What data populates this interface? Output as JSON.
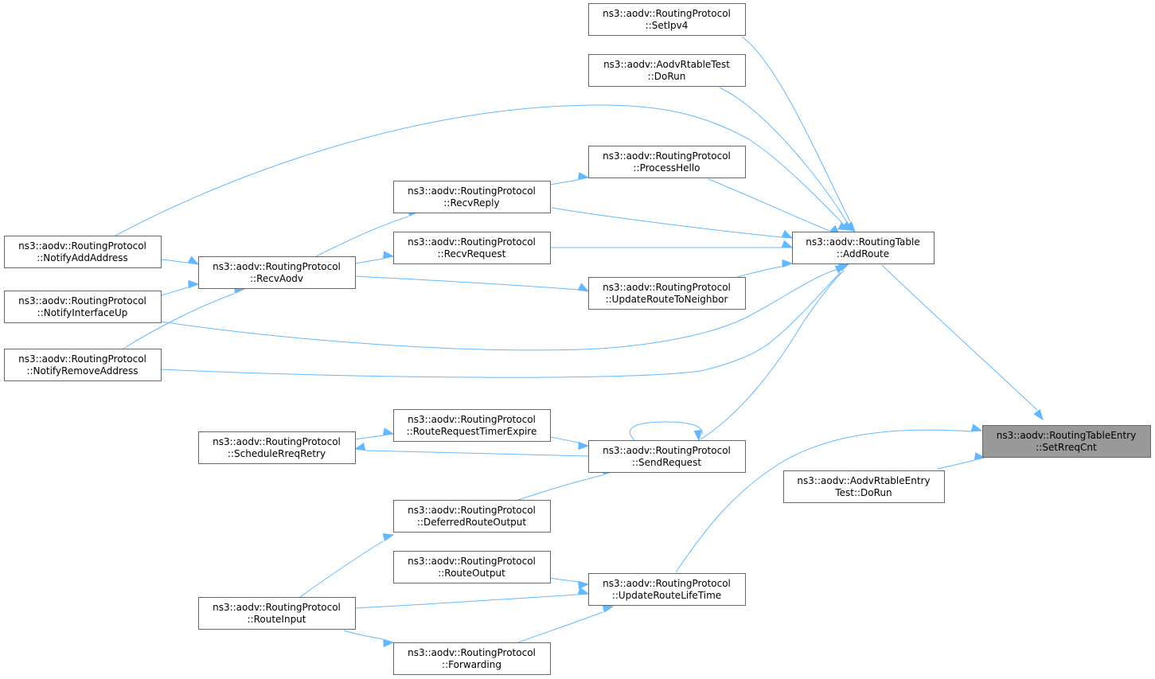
{
  "diagram": {
    "accent_color": "#63b8ff",
    "root_fill": "#999999",
    "nodes": [
      {
        "id": "setrreq",
        "lines": [
          "ns3::aodv::RoutingTableEntry",
          "::SetRreqCnt"
        ],
        "root": true
      },
      {
        "id": "addroute",
        "lines": [
          "ns3::aodv::RoutingTable",
          "::AddRoute"
        ]
      },
      {
        "id": "aodvrtableentrytest",
        "lines": [
          "ns3::aodv::AodvRtableEntry",
          "Test::DoRun"
        ]
      },
      {
        "id": "updateroutelifetime",
        "lines": [
          "ns3::aodv::RoutingProtocol",
          "::UpdateRouteLifeTime"
        ]
      },
      {
        "id": "setipv4",
        "lines": [
          "ns3::aodv::RoutingProtocol",
          "::SetIpv4"
        ]
      },
      {
        "id": "aodvrtabletest",
        "lines": [
          "ns3::aodv::AodvRtableTest",
          "::DoRun"
        ]
      },
      {
        "id": "processhello",
        "lines": [
          "ns3::aodv::RoutingProtocol",
          "::ProcessHello"
        ]
      },
      {
        "id": "updateroutetoneighbor",
        "lines": [
          "ns3::aodv::RoutingProtocol",
          "::UpdateRouteToNeighbor"
        ]
      },
      {
        "id": "sendrequest",
        "lines": [
          "ns3::aodv::RoutingProtocol",
          "::SendRequest"
        ]
      },
      {
        "id": "recvreply",
        "lines": [
          "ns3::aodv::RoutingProtocol",
          "::RecvReply"
        ]
      },
      {
        "id": "recvrequest",
        "lines": [
          "ns3::aodv::RoutingProtocol",
          "::RecvRequest"
        ]
      },
      {
        "id": "routerequesttimerexpire",
        "lines": [
          "ns3::aodv::RoutingProtocol",
          "::RouteRequestTimerExpire"
        ]
      },
      {
        "id": "deferredrouteoutput",
        "lines": [
          "ns3::aodv::RoutingProtocol",
          "::DeferredRouteOutput"
        ]
      },
      {
        "id": "routeoutput",
        "lines": [
          "ns3::aodv::RoutingProtocol",
          "::RouteOutput"
        ]
      },
      {
        "id": "forwarding",
        "lines": [
          "ns3::aodv::RoutingProtocol",
          "::Forwarding"
        ]
      },
      {
        "id": "recvaodv",
        "lines": [
          "ns3::aodv::RoutingProtocol",
          "::RecvAodv"
        ]
      },
      {
        "id": "schedulerreqretry",
        "lines": [
          "ns3::aodv::RoutingProtocol",
          "::ScheduleRreqRetry"
        ]
      },
      {
        "id": "routeinput",
        "lines": [
          "ns3::aodv::RoutingProtocol",
          "::RouteInput"
        ]
      },
      {
        "id": "notifyaddaddress",
        "lines": [
          "ns3::aodv::RoutingProtocol",
          "::NotifyAddAddress"
        ]
      },
      {
        "id": "notifyinterfaceup",
        "lines": [
          "ns3::aodv::RoutingProtocol",
          "::NotifyInterfaceUp"
        ]
      },
      {
        "id": "notifyremoveaddress",
        "lines": [
          "ns3::aodv::RoutingProtocol",
          "::NotifyRemoveAddress"
        ]
      }
    ],
    "edges": [
      {
        "from": "addroute",
        "to": "setrreq"
      },
      {
        "from": "aodvrtableentrytest",
        "to": "setrreq"
      },
      {
        "from": "updateroutelifetime",
        "to": "setrreq"
      },
      {
        "from": "setipv4",
        "to": "addroute"
      },
      {
        "from": "aodvrtabletest",
        "to": "addroute"
      },
      {
        "from": "notifyaddaddress",
        "to": "addroute"
      },
      {
        "from": "processhello",
        "to": "addroute"
      },
      {
        "from": "recvreply",
        "to": "addroute"
      },
      {
        "from": "recvrequest",
        "to": "addroute"
      },
      {
        "from": "updateroutetoneighbor",
        "to": "addroute"
      },
      {
        "from": "notifyinterfaceup",
        "to": "addroute"
      },
      {
        "from": "notifyremoveaddress",
        "to": "addroute"
      },
      {
        "from": "sendrequest",
        "to": "addroute"
      },
      {
        "from": "recvreply",
        "to": "processhello"
      },
      {
        "from": "recvaodv",
        "to": "recvreply"
      },
      {
        "from": "recvaodv",
        "to": "recvrequest"
      },
      {
        "from": "recvaodv",
        "to": "updateroutetoneighbor"
      },
      {
        "from": "notifyaddaddress",
        "to": "recvaodv"
      },
      {
        "from": "notifyinterfaceup",
        "to": "recvaodv"
      },
      {
        "from": "notifyremoveaddress",
        "to": "recvaodv"
      },
      {
        "from": "sendrequest",
        "to": "sendrequest"
      },
      {
        "from": "sendrequest",
        "to": "schedulerreqretry"
      },
      {
        "from": "schedulerreqretry",
        "to": "routerequesttimerexpire"
      },
      {
        "from": "routerequesttimerexpire",
        "to": "sendrequest"
      },
      {
        "from": "deferredrouteoutput",
        "to": "sendrequest"
      },
      {
        "from": "routeinput",
        "to": "deferredrouteoutput"
      },
      {
        "from": "routeoutput",
        "to": "updateroutelifetime"
      },
      {
        "from": "routeinput",
        "to": "updateroutelifetime"
      },
      {
        "from": "forwarding",
        "to": "updateroutelifetime"
      },
      {
        "from": "routeinput",
        "to": "forwarding"
      }
    ]
  }
}
